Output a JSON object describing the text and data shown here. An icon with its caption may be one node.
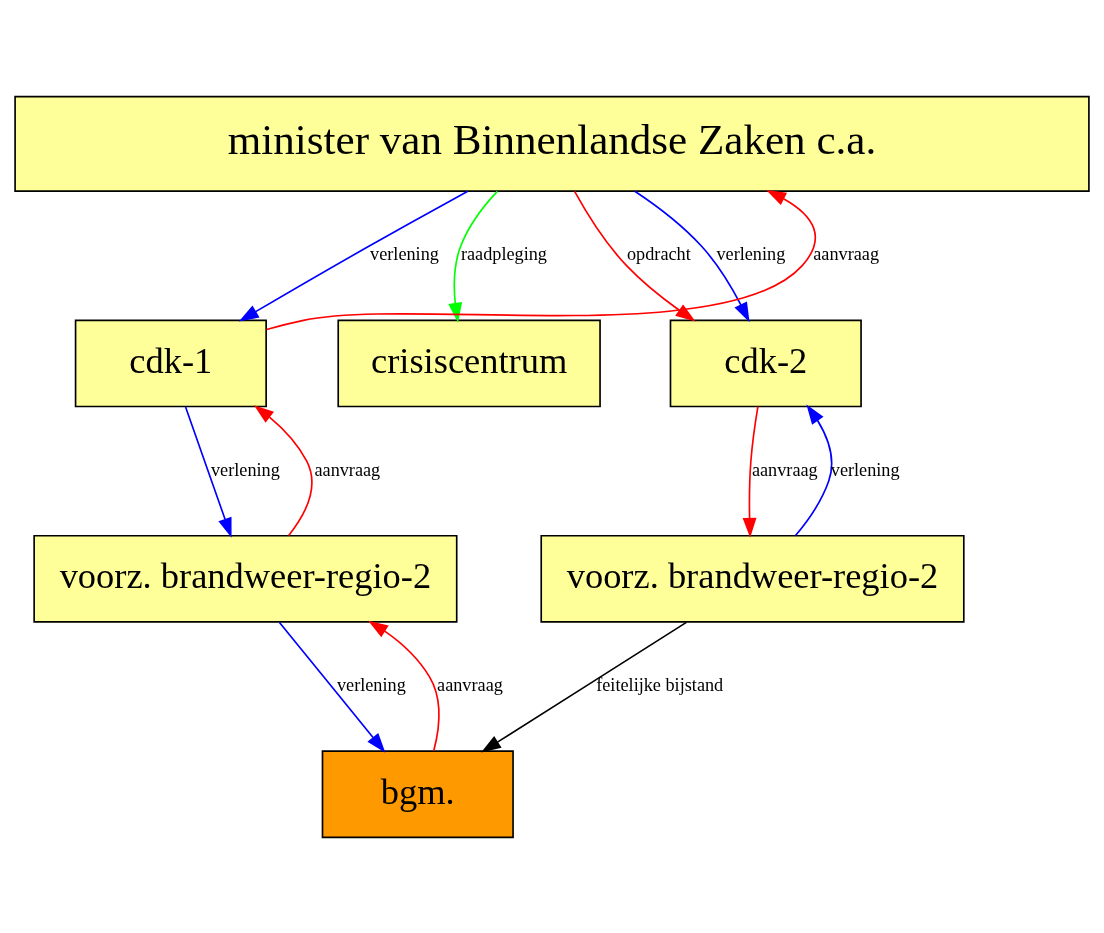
{
  "diagram": {
    "nodes": [
      {
        "text": [
          "minister van Binnenlandse Zaken c.a."
        ]
      },
      {
        "text": [
          "cdk-1"
        ]
      },
      {
        "text": [
          "crisiscentrum"
        ]
      },
      {
        "text": [
          "cdk-2"
        ]
      },
      {
        "text": [
          "voorz. brandweer-regio-2"
        ]
      },
      {
        "text": [
          "voorz. brandweer-regio-2"
        ]
      },
      {
        "text": [
          "bgm."
        ]
      }
    ],
    "edges": [
      {
        "from": 1,
        "to": 0,
        "arrow": "to",
        "label": "aanvraag",
        "color": "#ff0000"
      },
      {
        "from": 0,
        "to": 1,
        "arrow": "to",
        "label": "verlening",
        "color": "#0000ff"
      },
      {
        "from": 0,
        "to": 2,
        "arrow": "to",
        "label": "raadpleging",
        "color": "#00ff00"
      },
      {
        "from": 0,
        "to": 3,
        "arrow": "to",
        "label": "opdracht",
        "color": "#ff0000"
      },
      {
        "from": 0,
        "to": 3,
        "arrow": "to",
        "label": "verlening",
        "color": "#0000ff"
      },
      {
        "from": 4,
        "to": 1,
        "arrow": "to",
        "label": "aanvraag",
        "color": "#ff0000"
      },
      {
        "from": 1,
        "to": 4,
        "arrow": "to",
        "label": "verlening",
        "color": "#0000ff"
      },
      {
        "from": 3,
        "to": 5,
        "arrow": "to",
        "label": "aanvraag",
        "color": "#ff0000"
      },
      {
        "from": 5,
        "to": 3,
        "arrow": "to",
        "label": "verlening",
        "color": "#0000ff"
      },
      {
        "from": 6,
        "to": 4,
        "arrow": "to",
        "label": "aanvraag",
        "color": "#ff0000"
      },
      {
        "from": 4,
        "to": 6,
        "arrow": "to",
        "label": "verlening",
        "color": "#0000ff"
      },
      {
        "from": 5,
        "to": 6,
        "arrow": "to",
        "label": "feitelijke bijstand",
        "color": "#000000"
      }
    ]
  }
}
